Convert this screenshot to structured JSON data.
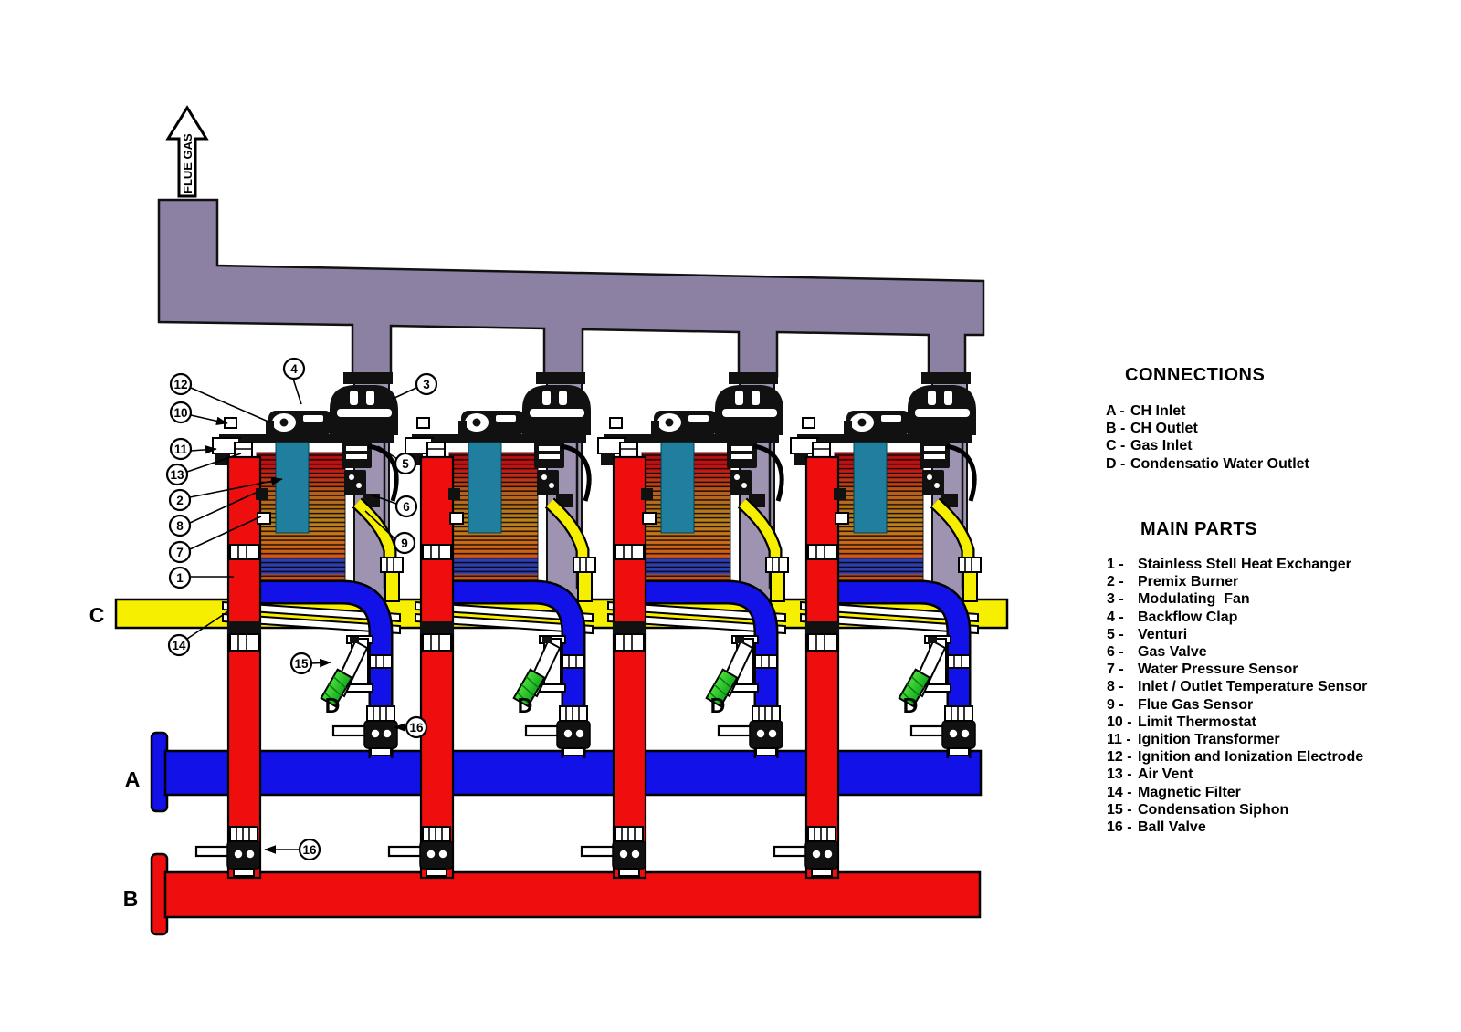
{
  "diagram": {
    "flue_label": "FLUE GAS",
    "letters": {
      "a": "A",
      "b": "B",
      "c": "C",
      "d": "D"
    },
    "callouts": {
      "c1": "1",
      "c2": "2",
      "c3": "3",
      "c4": "4",
      "c5": "5",
      "c6": "6",
      "c7": "7",
      "c8": "8",
      "c9": "9",
      "c10": "10",
      "c11": "11",
      "c12": "12",
      "c13": "13",
      "c14": "14",
      "c15": "15",
      "c16": "16"
    },
    "connections": {
      "title": "CONNECTIONS",
      "items": [
        {
          "no": "A -",
          "text": "CH Inlet"
        },
        {
          "no": "B -",
          "text": "CH Outlet"
        },
        {
          "no": "C -",
          "text": "Gas Inlet"
        },
        {
          "no": "D -",
          "text": "Condensatio Water Outlet"
        }
      ]
    },
    "main_parts": {
      "title": "MAIN PARTS",
      "items": [
        {
          "no": "1 -",
          "text": "Stainless Stell Heat Exchanger"
        },
        {
          "no": "2 -",
          "text": "Premix Burner"
        },
        {
          "no": "3 -",
          "text": "Modulating  Fan"
        },
        {
          "no": "4 -",
          "text": "Backflow Clap"
        },
        {
          "no": "5 -",
          "text": "Venturi"
        },
        {
          "no": "6 -",
          "text": "Gas Valve"
        },
        {
          "no": "7 -",
          "text": "Water Pressure Sensor"
        },
        {
          "no": "8 -",
          "text": "Inlet / Outlet Temperature Sensor"
        },
        {
          "no": "9 -",
          "text": "Flue Gas Sensor"
        },
        {
          "no": "10 -",
          "text": "Limit Thermostat"
        },
        {
          "no": "11 -",
          "text": "Ignition Transformer"
        },
        {
          "no": "12 -",
          "text": "Ignition and Ionization Electrode"
        },
        {
          "no": "13 -",
          "text": "Air Vent"
        },
        {
          "no": "14 -",
          "text": "Magnetic Filter"
        },
        {
          "no": "15 -",
          "text": "Condensation Siphon"
        },
        {
          "no": "16 -",
          "text": "Ball Valve"
        }
      ]
    },
    "colors": {
      "flow_red": "#ee0e0e",
      "return_blue": "#1111e8",
      "gas_yellow": "#f7ef00",
      "flue_purple": "#8c81a2",
      "duct_purple": "#9e94b2",
      "burner_teal": "#207f9e",
      "condensate_green": "#2fd32f"
    }
  }
}
